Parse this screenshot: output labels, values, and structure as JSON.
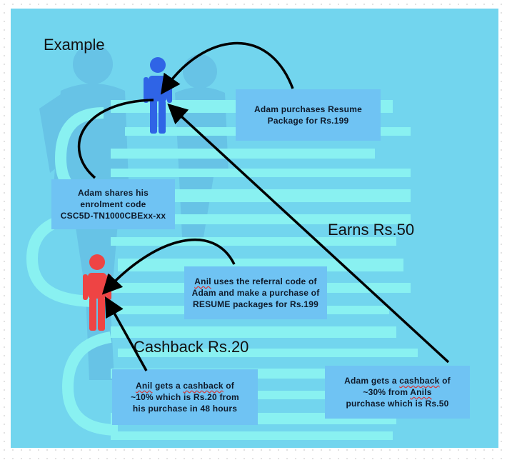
{
  "title": "Example",
  "labels": {
    "earns": "Earns Rs.50",
    "cashback": "Cashback Rs.20"
  },
  "boxes": {
    "adam_purchase": "Adam purchases Resume\nPackage for Rs.199",
    "adam_shares": "Adam shares his\nenrolment code\nCSC5D-TN1000CBExx-xx",
    "anil_uses": {
      "lead": "Anil",
      "rest": " uses the referral code of\nAdam and make a purchase of\nRESUME packages for Rs.199"
    },
    "anil_cashback": {
      "w1": "Anil",
      "w2": " gets a ",
      "w3": "cashback",
      "w4": " of\n~10% which is Rs.20 from\nhis purchase in 48 hours"
    },
    "adam_cashback": {
      "w1": "Adam gets a ",
      "w2": "cashback",
      "w3": " of\n~30% from ",
      "w4": "Anils",
      "w5": "\npurchase which is Rs.50"
    }
  },
  "people": {
    "adam": {
      "color": "#2f64e6"
    },
    "anil": {
      "color": "#ee4444"
    }
  },
  "colors": {
    "canvas": "#72d5ee",
    "box": "#6fc3f3",
    "stripes": "#89f1f1",
    "silhouette": "#67c3e6"
  }
}
